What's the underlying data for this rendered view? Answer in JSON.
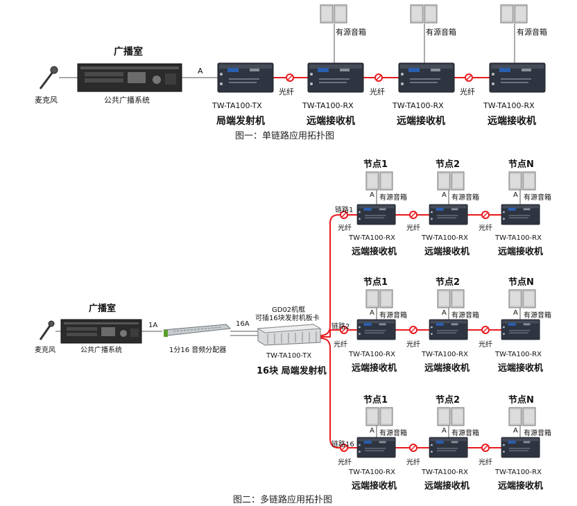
{
  "colors": {
    "fiber": "#e8191d",
    "device": "#2f3540",
    "panel": "#f1f1f1"
  },
  "icons": {
    "mic": "microphone-icon",
    "speaker": "speaker-icon",
    "connector": "fiber-connector-icon"
  },
  "fig1": {
    "room_title": "广播室",
    "mic_label": "麦克风",
    "amp_label": "公共广播系统",
    "line_label": "A",
    "fiber_label": "光纤",
    "speaker_label": "有源音箱",
    "tx_model": "TW-TA100-TX",
    "tx_name": "局端发射机",
    "rx_model": "TW-TA100-RX",
    "rx_name": "远端接收机",
    "caption": "图一：单链路应用拓扑图"
  },
  "fig2": {
    "room_title": "广播室",
    "mic_label": "麦克风",
    "amp_label": "公共广播系统",
    "line1_label": "1A",
    "splitter_label": "1分16 音频分配器",
    "line16_label": "16A",
    "chassis_title": "GD02机框",
    "chassis_sub": "可插16块发射机板卡",
    "tx_model": "TW-TA100-TX",
    "tx_name": "16块 局端发射机",
    "fiber_label": "光纤",
    "a_label": "A",
    "speaker_label": "有源音箱",
    "node1": "节点1",
    "node2": "节点2",
    "nodeN": "节点N",
    "chain1": "链路1",
    "chain2": "链路2",
    "chain16": "链路16",
    "rx_model": "TW-TA100-RX",
    "rx_name": "远端接收机",
    "caption": "图二：多链路应用拓扑图"
  }
}
